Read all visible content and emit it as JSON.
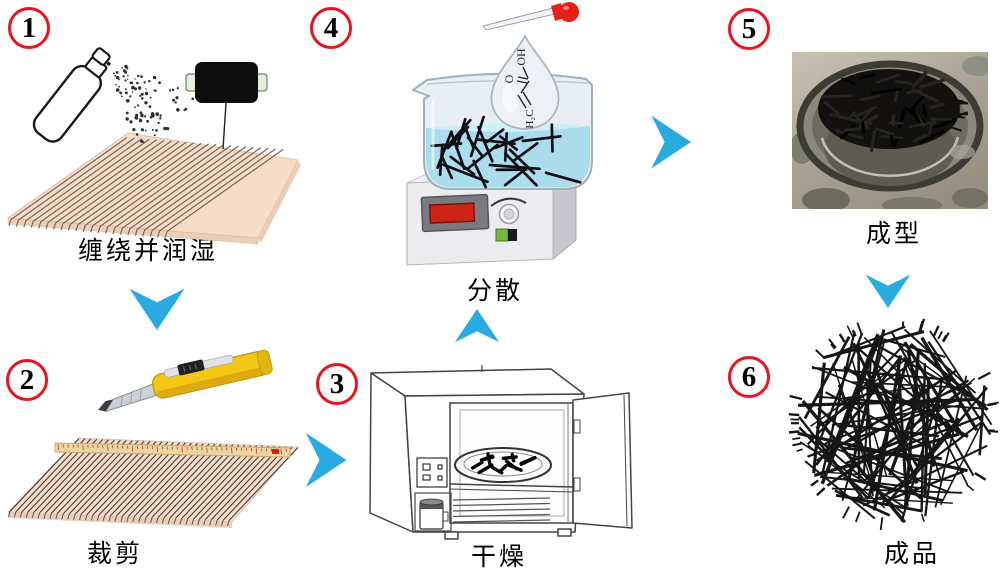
{
  "steps": [
    {
      "number": "1",
      "label": "缠绕并润湿"
    },
    {
      "number": "2",
      "label": "裁剪"
    },
    {
      "number": "3",
      "label": "干燥"
    },
    {
      "number": "4",
      "label": "分散"
    },
    {
      "number": "5",
      "label": "成型"
    },
    {
      "number": "6",
      "label": "成品"
    }
  ],
  "chemical": {
    "hydroxyl": "OH",
    "carbonyl_o": "O",
    "methylene": "H₂C"
  },
  "colors": {
    "arrow": "#29abe2",
    "circle_ring": "#e8141e",
    "number": "#000000",
    "label": "#000000",
    "board": "#f7dcc8",
    "board_edge": "#eccdb6",
    "knife_yellow": "#f3c713",
    "liquid": "#aadcec",
    "display_red": "#cf2318",
    "dropper_red": "#e62019",
    "fiber_black": "#141414"
  }
}
